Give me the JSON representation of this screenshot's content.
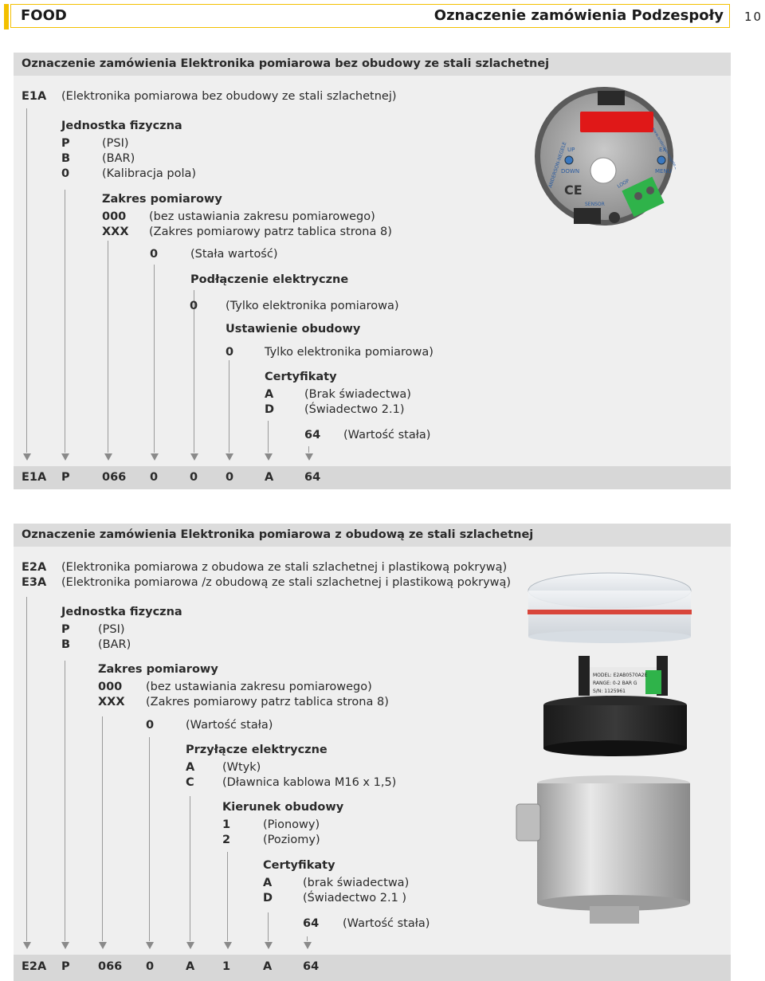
{
  "header": {
    "category": "FOOD",
    "title": "Oznaczenie zamówienia Podzespoły",
    "page": "10"
  },
  "section1": {
    "title": "Oznaczenie zamówienia Elektronika pomiarowa bez obudowy ze stali szlachetnej",
    "model_code": "E1A",
    "model_desc": "(Elektronika pomiarowa bez obudowy ze stali szlachetnej)",
    "unit_heading": "Jednostka fizyczna",
    "units": [
      {
        "code": "P",
        "desc": "(PSI)"
      },
      {
        "code": "B",
        "desc": "(BAR)"
      },
      {
        "code": "0",
        "desc": "(Kalibracja pola)"
      }
    ],
    "range_heading": "Zakres pomiarowy",
    "ranges": [
      {
        "code": "000",
        "desc": "(bez ustawiania zakresu pomiarowego)"
      },
      {
        "code": "XXX",
        "desc": "(Zakres pomiarowy patrz tablica strona 8)"
      }
    ],
    "fixed": {
      "code": "0",
      "desc": "(Stała wartość)"
    },
    "elec_heading": "Podłączenie elektryczne",
    "elec": {
      "code": "0",
      "desc": "(Tylko elektronika pomiarowa)"
    },
    "housing_heading": "Ustawienie obudowy",
    "housing": {
      "code": "0",
      "desc": "Tylko elektronika pomiarowa)"
    },
    "cert_heading": "Certyfikaty",
    "certs": [
      {
        "code": "A",
        "desc": "(Brak świadectwa)"
      },
      {
        "code": "D",
        "desc": "(Świadectwo 2.1)"
      }
    ],
    "const": {
      "code": "64",
      "desc": "(Wartość stała)"
    },
    "example": [
      "E1A",
      "P",
      "066",
      "0",
      "0",
      "0",
      "A",
      "64"
    ]
  },
  "section2": {
    "title": "Oznaczenie zamówienia Elektronika pomiarowa z obudową ze stali szlachetnej",
    "models": [
      {
        "code": "E2A",
        "desc": "(Elektronika pomiarowa z obudowa ze stali szlachetnej i plastikową pokrywą)"
      },
      {
        "code": "E3A",
        "desc": "(Elektronika pomiarowa /z obudową ze stali szlachetnej i plastikową pokrywą)"
      }
    ],
    "unit_heading": "Jednostka fizyczna",
    "units": [
      {
        "code": "P",
        "desc": "(PSI)"
      },
      {
        "code": "B",
        "desc": "(BAR)"
      }
    ],
    "range_heading": "Zakres pomiarowy",
    "ranges": [
      {
        "code": "000",
        "desc": "(bez ustawiania zakresu pomiarowego)"
      },
      {
        "code": "XXX",
        "desc": "(Zakres pomiarowy patrz tablica strona 8)"
      }
    ],
    "fixed": {
      "code": "0",
      "desc": "(Wartość stała)"
    },
    "conn_heading": "Przyłącze elektryczne",
    "conns": [
      {
        "code": "A",
        "desc": "(Wtyk)"
      },
      {
        "code": "C",
        "desc": "(Dławnica kablowa M16 x 1,5)"
      }
    ],
    "dir_heading": "Kierunek obudowy",
    "dirs": [
      {
        "code": "1",
        "desc": "(Pionowy)"
      },
      {
        "code": "2",
        "desc": "(Poziomy)"
      }
    ],
    "cert_heading": "Certyfikaty",
    "certs": [
      {
        "code": "A",
        "desc": "(brak świadectwa)"
      },
      {
        "code": "D",
        "desc": "(Świadectwo 2.1 )"
      }
    ],
    "const": {
      "code": "64",
      "desc": "(Wartość stała)"
    },
    "example": [
      "E2A",
      "P",
      "066",
      "0",
      "A",
      "1",
      "A",
      "64"
    ]
  },
  "device1": {
    "labels": [
      "UP",
      "DOWN",
      "EX",
      "MENU",
      "SENSOR",
      "LOOP",
      "ANDERSON-NEGELE",
      "www.anderson-negele.com"
    ]
  },
  "device2": {
    "label_lines": [
      "MODEL: E2AB0570A2E",
      "RANGE: 0-2 BAR G",
      "S/N: 1125961"
    ]
  },
  "colors": {
    "accent": "#f3c000",
    "section_bg": "#efefef",
    "title_bar": "#dcdcdc"
  }
}
